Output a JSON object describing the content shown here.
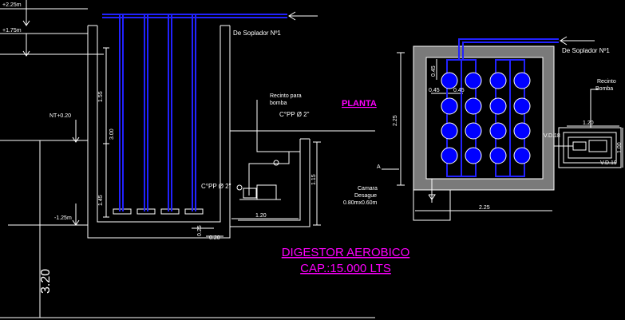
{
  "colors": {
    "background": "#000000",
    "lines": "#ffffff",
    "pipes": "#2222ff",
    "accent": "#ff00ff",
    "fill_panel": "#7a7a7a"
  },
  "section": {
    "level_top": "+2.25m",
    "level_1": "+1.75m",
    "nt_level": "NT+0.20",
    "level_bottom": "-1.25m",
    "total_height": "3.20",
    "dim_1_55": "1.55",
    "dim_3_00": "3.00",
    "dim_1_45": "1.45",
    "dim_0_25": "0.25",
    "dim_0_20": "0.20",
    "dim_1_20": "1.20",
    "dim_1_15": "1.15",
    "blower_label": "De Soplador Nº1",
    "pump_room_label_1": "Recinto para",
    "pump_room_label_2": "bomba",
    "pipe_label_top": "C°PP Ø 2\"",
    "pipe_label_bottom": "C°PP Ø 2\""
  },
  "plan": {
    "heading": "PLANTA",
    "blower_label": "De Soplador Nº1",
    "dim_0_45_v": "0.45",
    "dim_0_45_a": "0.45",
    "dim_0_45_b": "0.45",
    "dim_2_25_v": "2.25",
    "dim_2_25_h": "2.25",
    "section_mark": "A",
    "camera_1": "Camara",
    "camera_2": "Desague",
    "camera_3": "0.80mx0.60m",
    "pump_room_1": "Recinto",
    "pump_room_2": "Bomba",
    "dim_1_20": "1.20",
    "dim_1_00": "1.00",
    "valve_1": "V.D.18",
    "valve_2": "V.D.19"
  },
  "title": {
    "line1": "DIGESTOR AEROBICO",
    "line2": "CAP.:15.000 LTS"
  }
}
